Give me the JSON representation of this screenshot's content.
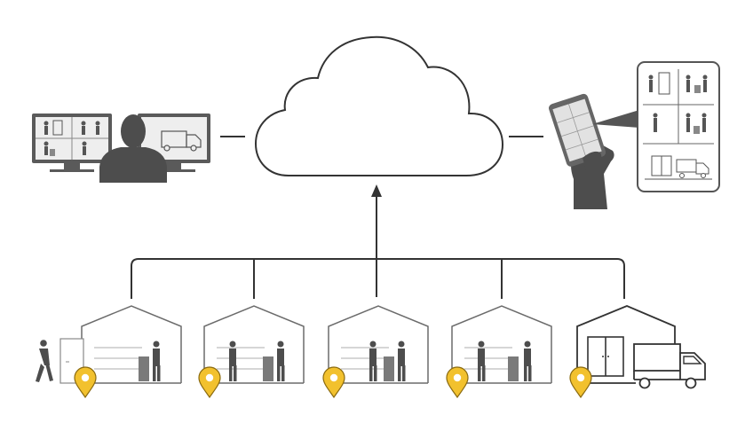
{
  "diagram": {
    "central_node": {
      "icon": "cloud-icon"
    },
    "remote_viewer": {
      "icon": "monitoring-workstation-icon",
      "screens": 2
    },
    "mobile_viewer": {
      "icon": "smartphone-in-hand-icon",
      "callout_icon": "camera-grid-callout-icon"
    },
    "sites": [
      {
        "icon": "site-building-icon",
        "marker": "location-pin-icon",
        "scene": "person-entering-door"
      },
      {
        "icon": "site-building-icon",
        "marker": "location-pin-icon",
        "scene": "staff-at-counter"
      },
      {
        "icon": "site-building-icon",
        "marker": "location-pin-icon",
        "scene": "customer-at-counter"
      },
      {
        "icon": "site-building-icon",
        "marker": "location-pin-icon",
        "scene": "staff-at-counter"
      },
      {
        "icon": "warehouse-building-icon",
        "marker": "location-pin-icon",
        "scene": "delivery-truck"
      }
    ],
    "colors": {
      "line": "#333333",
      "silhouette": "#4d4d4d",
      "screen": "#eeeeee",
      "pin": "#f2c12e",
      "pin_outline": "#8a6a10",
      "building_line": "#6b6b6b"
    }
  }
}
